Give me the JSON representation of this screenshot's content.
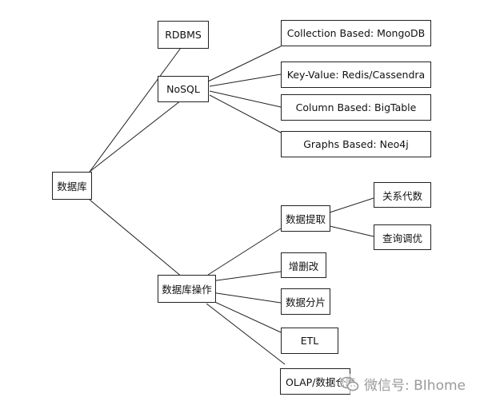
{
  "nodes": {
    "root": "数据库",
    "rdbms": "RDBMS",
    "nosql": "NoSQL",
    "collection": "Collection Based: MongoDB",
    "keyvalue": "Key-Value: Redis/Cassendra",
    "column": "Column Based: BigTable",
    "graphs": "Graphs Based: Neo4j",
    "ops": "数据库操作",
    "extract": "数据提取",
    "relational_algebra": "关系代数",
    "query_opt": "查询调优",
    "crud": "增删改",
    "sharding": "数据分片",
    "etl": "ETL",
    "olap": "OLAP/数据仓库"
  },
  "watermark": {
    "icon": "wechat-icon",
    "text": "微信号: BIhome"
  }
}
